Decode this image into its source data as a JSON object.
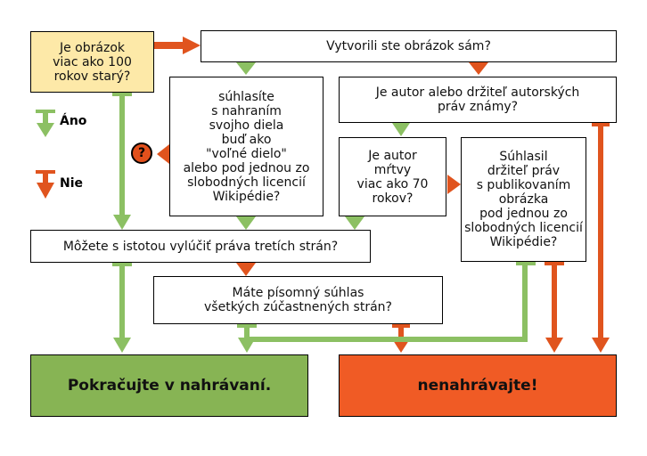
{
  "colors": {
    "yes": "#8cc063",
    "no": "#e0541e",
    "start_fill": "#fde9a8",
    "go_fill": "#87b454",
    "stop_fill": "#f05b25"
  },
  "nodes": {
    "start": "Je obrázok\nviac ako 100\nrokov starý?",
    "created_self": "Vytvorili ste obrázok sám?",
    "agree": "súhlasíte\ns nahraním\nsvojho diela\nbuď ako\n\"voľné dielo\"\nalebo pod jednou zo\nslobodných licencií\nWikipédie?",
    "author_known": "Je autor alebo držiteľ autorských\npráv známy?",
    "author_dead": "Je autor\nmŕtvy\nviac ako 70\nrokov?",
    "holder_agreed": "Súhlasil\ndržiteľ práv\ns publikovaním\nobrázka\npod jednou zo\nslobodných licencií\nWikipédie?",
    "third_party": "Môžete s istotou vylúčiť práva tretích strán?",
    "written_consent": "Máte písomný súhlas\nvšetkých zúčastnených strán?",
    "upload": "Pokračujte v nahrávaní.",
    "dont_upload": "nenahrávajte!"
  },
  "legend": {
    "yes": "Áno",
    "no": "Nie"
  },
  "question_mark": "?"
}
